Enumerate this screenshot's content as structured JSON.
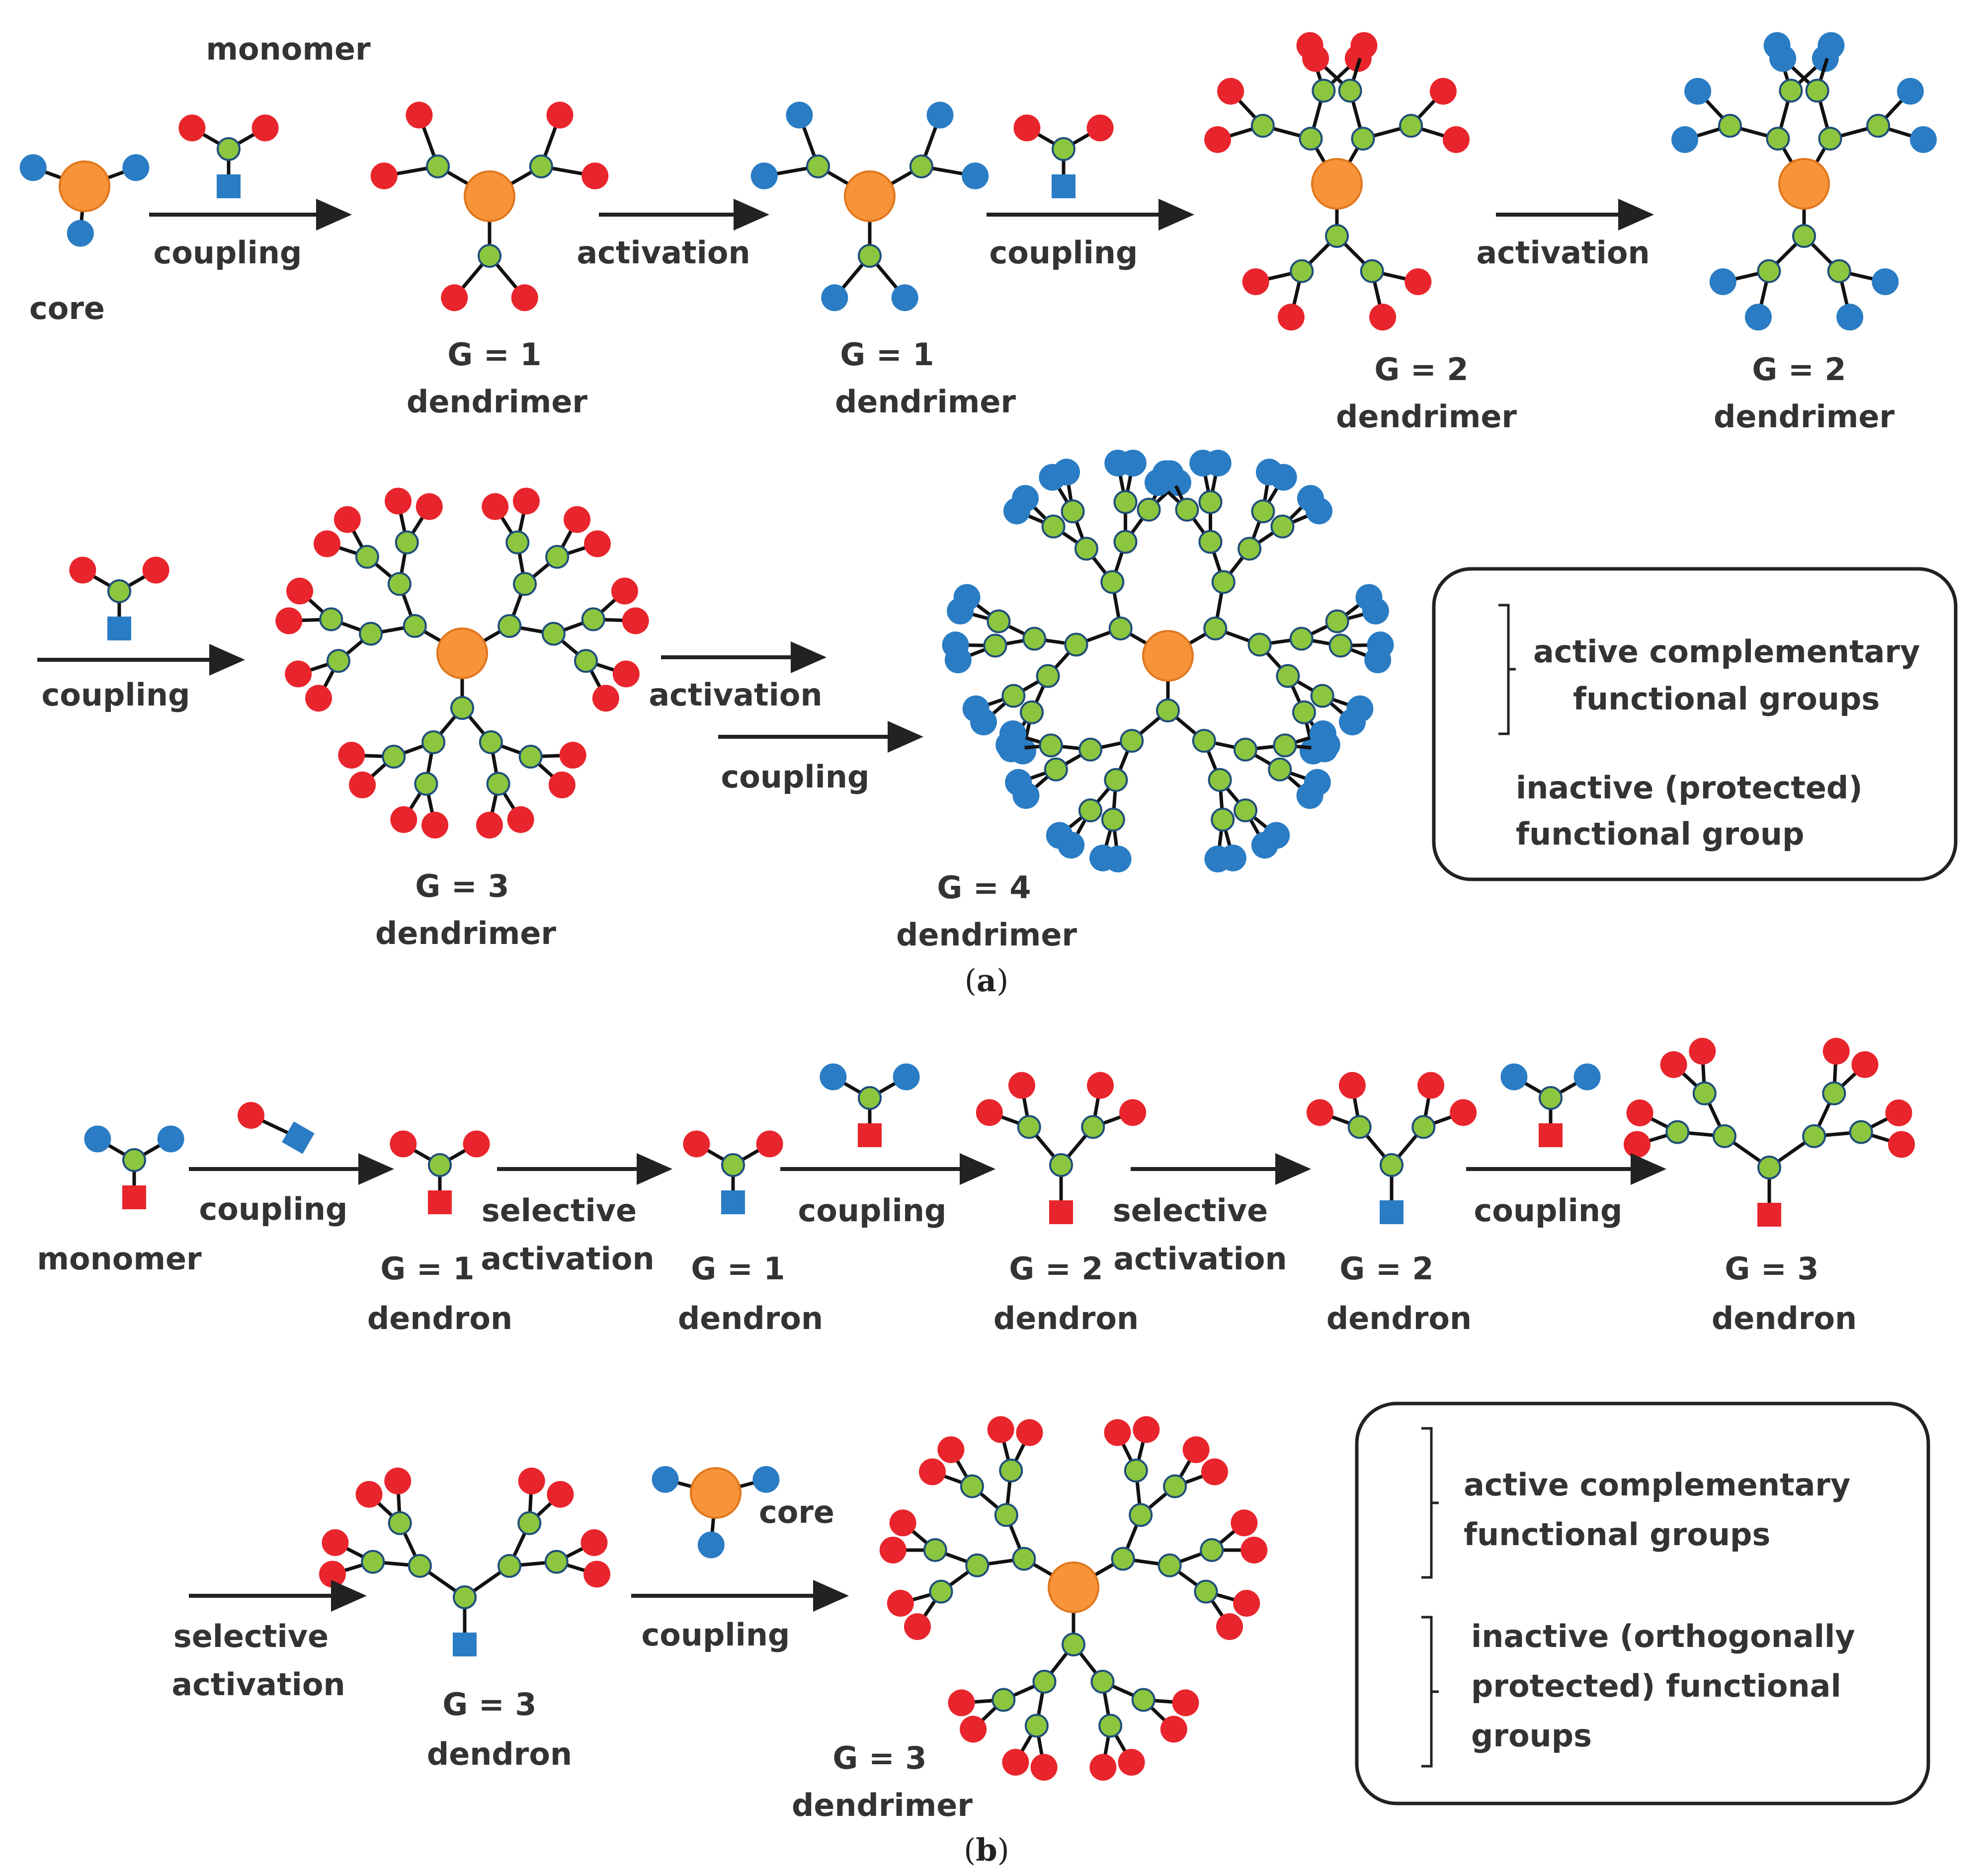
{
  "colors": {
    "core": "#f7943a",
    "core_stroke": "#e0761c",
    "branch": "#8cc63f",
    "branch_stroke": "#1f4e79",
    "active": "#2a7cc4",
    "inactive": "#e8252c",
    "bond": "#111111",
    "arrow": "#222222",
    "text": "#333333"
  },
  "panel_a": {
    "label_open": "(",
    "label_letter": "a",
    "label_close": ")",
    "monomer": "monomer",
    "core": "core",
    "steps": [
      "coupling",
      "activation",
      "coupling",
      "activation",
      "coupling",
      "activation",
      "coupling"
    ],
    "products": [
      {
        "g": "G = 1",
        "type": "dendrimer"
      },
      {
        "g": "G = 1",
        "type": "dendrimer"
      },
      {
        "g": "G = 2",
        "type": "dendrimer"
      },
      {
        "g": "G = 2",
        "type": "dendrimer"
      },
      {
        "g": "G = 3",
        "type": "dendrimer"
      },
      {
        "g": "G = 4",
        "type": "dendrimer"
      }
    ],
    "legend": {
      "active_line1": "active complementary",
      "active_line2": "functional groups",
      "inactive_line1": "inactive (protected)",
      "inactive_line2": "functional group"
    }
  },
  "panel_b": {
    "label_open": "(",
    "label_letter": "b",
    "label_close": ")",
    "monomer": "monomer",
    "core": "core",
    "steps": [
      "coupling",
      "selective",
      "activation",
      "coupling",
      "selective",
      "activation",
      "coupling",
      "selective",
      "activation",
      "coupling"
    ],
    "products": [
      {
        "g": "G = 1",
        "type": "dendron"
      },
      {
        "g": "G = 1",
        "type": "dendron"
      },
      {
        "g": "G = 2",
        "type": "dendron"
      },
      {
        "g": "G = 2",
        "type": "dendron"
      },
      {
        "g": "G = 3",
        "type": "dendron"
      },
      {
        "g": "G = 3",
        "type": "dendron"
      },
      {
        "g": "G = 3",
        "type": "dendrimer"
      }
    ],
    "legend": {
      "active_line1": "active complementary",
      "active_line2": "functional groups",
      "inactive_line1": "inactive (orthogonally",
      "inactive_line2": "protected) functional",
      "inactive_line3": "groups"
    }
  }
}
